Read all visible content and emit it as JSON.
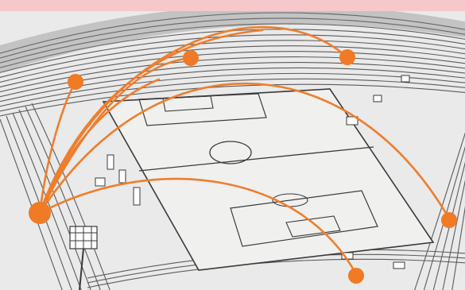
{
  "colors": {
    "band": "#f6c8cc",
    "background": "#e9eae9",
    "stands_line": "#5b5b5b",
    "pitch": "#f0f0ee",
    "pitch_line": "#3a3a3a",
    "arc": "#ee7e2e",
    "node": "#f07a25"
  },
  "scene": {
    "subject": "stadium-aerial-illustration",
    "hub": "hub-node",
    "targets": [
      "target-node-top-left",
      "target-node-top-center",
      "target-node-top-right",
      "target-node-right",
      "target-node-bottom-right"
    ]
  }
}
